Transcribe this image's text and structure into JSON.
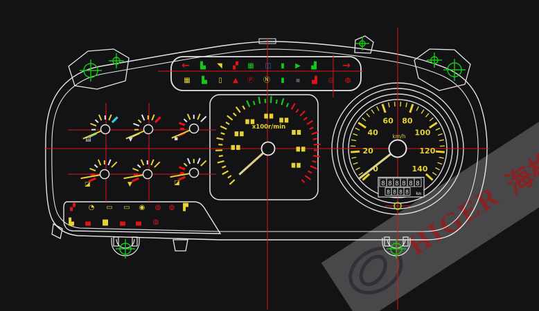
{
  "watermark": {
    "brand": "HIGER",
    "name_cn": "海格客车",
    "color": "#8c2020"
  },
  "tachometer": {
    "label": "x100r/min"
  },
  "speedometer": {
    "labels": [
      "0",
      "20",
      "40",
      "60",
      "80",
      "100",
      "120",
      "140"
    ],
    "unit": "km/h",
    "odometer_top": "888888",
    "odometer_bottom": "8888",
    "odometer_unit": "km"
  },
  "top_panel": {
    "row1": [
      {
        "name": "left-turn-indicator",
        "glyph": "←",
        "color": "#e01414"
      },
      {
        "name": "coolant-level-indicator",
        "glyph": "▙",
        "color": "#16c816"
      },
      {
        "name": "cab-tilt-indicator",
        "glyph": "◥",
        "color": "#e6d235"
      },
      {
        "name": "engine-fault-indicator",
        "glyph": "▞",
        "color": "#e01414"
      },
      {
        "name": "charging-indicator",
        "glyph": "▦",
        "color": "#16c816"
      },
      {
        "name": "high-beam-indicator",
        "glyph": "◫",
        "color": "#2f5fd0"
      },
      {
        "name": "door-open-indicator",
        "glyph": "▮",
        "color": "#16c816"
      },
      {
        "name": "position-lamp-indicator",
        "glyph": "▶",
        "color": "#16c816"
      },
      {
        "name": "front-fog-lamp-indicator",
        "glyph": "▟",
        "color": "#16c816"
      },
      {
        "name": "right-turn-indicator",
        "glyph": "→",
        "color": "#e01414"
      }
    ],
    "row2": [
      {
        "name": "washer-fluid-indicator",
        "glyph": "▦",
        "color": "#e6d235"
      },
      {
        "name": "air-filter-indicator",
        "glyph": "▙",
        "color": "#16c816"
      },
      {
        "name": "fuel-filter-indicator",
        "glyph": "▯",
        "color": "#e6d235"
      },
      {
        "name": "exhaust-brake-indicator",
        "glyph": "▲",
        "color": "#e01414"
      },
      {
        "name": "parking-brake-indicator",
        "glyph": "Ⓟ",
        "color": "#e01414"
      },
      {
        "name": "neutral-indicator",
        "glyph": "Ⓝ",
        "color": "#e6d235"
      },
      {
        "name": "battery-indicator",
        "glyph": "▮",
        "color": "#16c816"
      },
      {
        "name": "spare-indicator",
        "glyph": "▪",
        "color": "#555a5e"
      },
      {
        "name": "retarder-indicator",
        "glyph": "▟",
        "color": "#e01414"
      },
      {
        "name": "abs-indicator",
        "glyph": "◎",
        "color": "#e01414"
      },
      {
        "name": "asr-indicator",
        "glyph": "◍",
        "color": "#e01414"
      }
    ]
  },
  "bottom_panel": {
    "row1": [
      {
        "name": "stop-engine-indicator",
        "glyph": "▞",
        "color": "#e01414"
      },
      {
        "name": "glow-plug-indicator",
        "glyph": "◔",
        "color": "#e6d235"
      },
      {
        "name": "oil-level-indicator",
        "glyph": "▭",
        "color": "#e6d235"
      },
      {
        "name": "oil-pressure-indicator",
        "glyph": "▭",
        "color": "#e6d235"
      },
      {
        "name": "lamp-check-indicator",
        "glyph": "◉",
        "color": "#e6d235"
      },
      {
        "name": "brake-fault-indicator",
        "glyph": "◍",
        "color": "#e01414"
      },
      {
        "name": "brake-wear-indicator",
        "glyph": "◍",
        "color": "#e01414"
      },
      {
        "name": "engine-preheat-indicator",
        "glyph": "▛",
        "color": "#e6d235"
      }
    ],
    "row2": [
      {
        "name": "fuel-low-indicator",
        "glyph": "▙",
        "color": "#e6d235"
      },
      {
        "name": "coolant-temp-high-indicator",
        "glyph": "▄",
        "color": "#e01414"
      },
      {
        "name": "oil-temp-indicator",
        "glyph": "▆",
        "color": "#e6d235"
      },
      {
        "name": "air-pressure-low-indicator",
        "glyph": "▄",
        "color": "#e01414"
      },
      {
        "name": "engine-overheat-indicator",
        "glyph": "▄",
        "color": "#e01414"
      },
      {
        "name": "diff-lock-indicator",
        "glyph": "◍",
        "color": "#e01414"
      }
    ]
  },
  "small_gauges": [
    {
      "name": "fuel-level-gauge",
      "icon_name": "fuel-icon",
      "icon_glyph": "▤",
      "icon_color": "#d8d8d8",
      "ticks": [
        "#35c8d8",
        "#e6e6e6",
        "#e6d235",
        "#e6e6e6",
        "#e6d235",
        "#e6e6e6",
        "#e6d235",
        "#35c8d8"
      ]
    },
    {
      "name": "coolant-temperature-gauge",
      "icon_name": "coolant-temp-icon",
      "icon_glyph": "▼",
      "icon_color": "#d8d8d8",
      "ticks": [
        "#e6e6e6",
        "#e6d235",
        "#e6e6e6",
        "#e6d235",
        "#e6e6e6",
        "#e6d235",
        "#e6d235",
        "#e01414"
      ]
    },
    {
      "name": "engine-oil-pressure-gauge",
      "icon_name": "oil-pressure-icon",
      "icon_glyph": "▪",
      "icon_color": "#d8d8d8",
      "ticks": [
        "#e01414",
        "#e01414",
        "#e01414",
        "#e6e6e6",
        "#e6d235",
        "#e6e6e6",
        "#e6d235",
        "#e6e6e6"
      ]
    },
    {
      "name": "front-brake-pressure-gauge",
      "icon_name": "front-air-icon",
      "icon_glyph": "◪",
      "icon_color": "#e6d235",
      "ticks": [
        "#e01414",
        "#e01414",
        "#e6d235",
        "#e6e6e6",
        "#e6d235",
        "#e6d235",
        "#e6e6e6",
        "#e6d235"
      ]
    },
    {
      "name": "rear-brake-pressure-gauge",
      "icon_name": "rear-air-icon",
      "icon_glyph": "▼",
      "icon_color": "#e6d235",
      "ticks": [
        "#e01414",
        "#e01414",
        "#e6d235",
        "#e6e6e6",
        "#e6d235",
        "#e6e6e6",
        "#e6d235",
        "#e6d235"
      ]
    },
    {
      "name": "transmission-oil-temp-gauge",
      "icon_name": "trans-temp-icon",
      "icon_glyph": "◪",
      "icon_color": "#e6d235",
      "ticks": [
        "#e01414",
        "#e01414",
        "#e01414",
        "#e6d235",
        "#e6e6e6",
        "#e6d235",
        "#e6e6e6",
        "#e6d235"
      ]
    }
  ],
  "colors": {
    "background": "#131316",
    "line": "#e6e6e6",
    "construction": "#e01414",
    "target": "#17c817",
    "dial": "#e6d235"
  }
}
